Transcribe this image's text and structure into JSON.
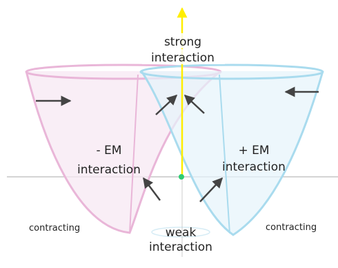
{
  "labels": {
    "top_line1": "strong",
    "top_line2": "interaction",
    "left_line1": "- EM",
    "left_line2": "interaction",
    "right_line1": "+ EM",
    "right_line2": "interaction",
    "bottom_line1": "weak",
    "bottom_line2": "interaction",
    "left_side": "contracting",
    "right_side": "contracting"
  },
  "colors": {
    "left_bowl": "#e9b6d8",
    "left_fill": "#f7e8f3",
    "right_bowl": "#a9dbee",
    "right_fill": "#e6f4fb",
    "vertical_axis": "#ffee00",
    "center_point": "#2ecc71",
    "arrows": "#444444",
    "horizontal_axis": "#bbbbbb"
  }
}
